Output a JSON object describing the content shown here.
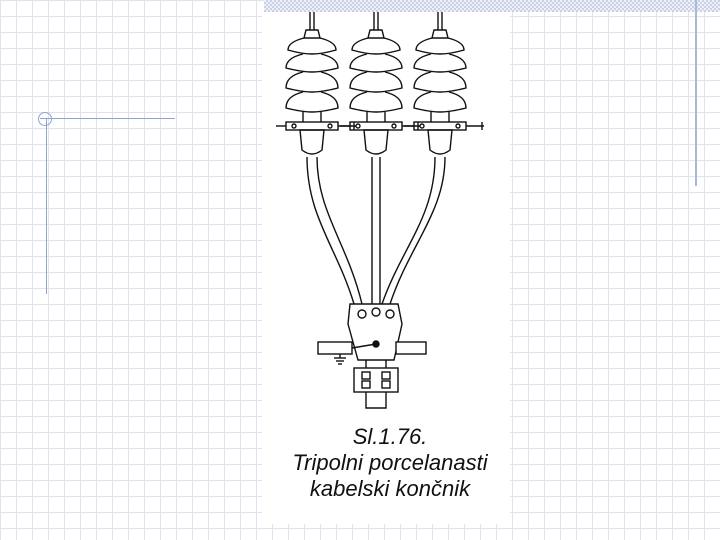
{
  "figure": {
    "caption": {
      "number": "Sl.1.76.",
      "line1": "Tripolni porcelanasti",
      "line2": "kabelski končnik"
    }
  }
}
